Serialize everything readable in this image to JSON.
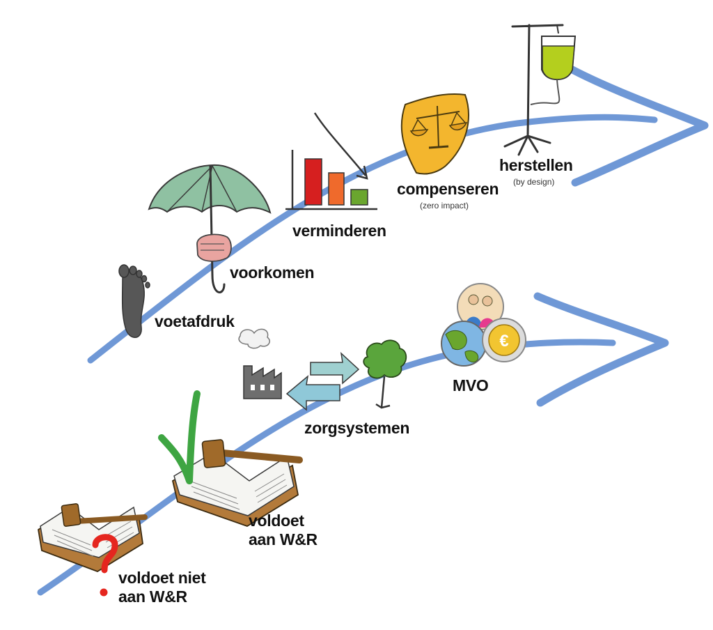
{
  "colors": {
    "arrow": "#6f98d6",
    "umbrella": "#8fc1a2",
    "bar_red": "#d61f1f",
    "bar_orange": "#ef6a2c",
    "bar_green": "#6aa62e",
    "shield": "#f3b62e",
    "iv_fluid": "#b4cf1e",
    "check": "#3ea542",
    "question": "#e5261f",
    "gavel": "#8a5a22",
    "exchange_arrow": "#9fd0d0",
    "tree": "#5aa53c",
    "globe_sea": "#7fb6e3",
    "coin": "#f2c531"
  },
  "upper_path": {
    "voetafdruk": {
      "label": "voetafdruk",
      "icon": "footprint-icon"
    },
    "voorkomen": {
      "label": "voorkomen",
      "icon": "umbrella-icon"
    },
    "verminderen": {
      "label": "verminderen",
      "icon": "declining-bar-chart-icon"
    },
    "compenseren": {
      "label": "compenseren",
      "sublabel": "(zero impact)",
      "icon": "scales-shield-icon"
    },
    "herstellen": {
      "label": "herstellen",
      "sublabel": "(by design)",
      "icon": "iv-drip-icon"
    }
  },
  "lower_path": {
    "voldoet_niet": {
      "line1": "voldoet niet",
      "line2": "aan W&R",
      "icon": "law-book-question-icon"
    },
    "voldoet": {
      "line1": "voldoet",
      "line2": "aan W&R",
      "icon": "law-book-check-icon"
    },
    "zorgsystemen": {
      "label": "zorgsystemen",
      "icon": "factory-tree-exchange-icon"
    },
    "mvo": {
      "label": "MVO",
      "icon": "people-planet-profit-icon"
    }
  }
}
